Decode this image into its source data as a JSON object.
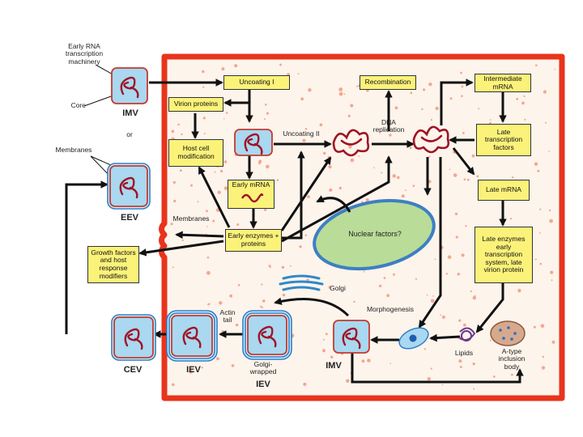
{
  "labels": {
    "early_rna": "Early RNA transcription machinery",
    "core": "Core",
    "imv_top": "IMV",
    "or": "or",
    "membranes_top": "Membranes",
    "eev": "EEV",
    "membranes_side": "Membranes",
    "uncoating2": "Uncoating II",
    "dna_replication": "DNA replication",
    "nuclear": "Nuclear factors?",
    "golgi": "Golgi",
    "morphogenesis": "Morphogenesis",
    "lipids": "Lipids",
    "a_type": "A-type inclusion body",
    "actin_tail": "Actin tail",
    "golgi_wrapped": "Golgi-wrapped",
    "cev": "CEV",
    "iev": "IEV",
    "iev_wrapped": "IEV",
    "imv_bottom": "IMV"
  },
  "boxes": {
    "uncoating1": "Uncoating I",
    "recombination": "Recombination",
    "intermediate_mrna": "Intermediate mRNA",
    "virion_proteins": "Virion proteins",
    "host_cell_mod": "Host cell modification",
    "late_tf": "Late transcription factors",
    "early_mrna": "Early mRNA",
    "late_mrna": "Late mRNA",
    "early_enzymes": "Early enzymes + proteins",
    "growth_factors": "Growth factors and host response modifiers",
    "late_enzymes": "Late enzymes early transcription system, late virion protein"
  },
  "colors": {
    "cell_border": "#e8341c",
    "cell_fill": "#fdf4ec",
    "box_fill": "#fbf27a",
    "virion_fill": "#a9d8f0",
    "nucleus_fill": "#b9dc98",
    "nucleus_stroke": "#3d7fc4",
    "genome": "#a01424"
  }
}
